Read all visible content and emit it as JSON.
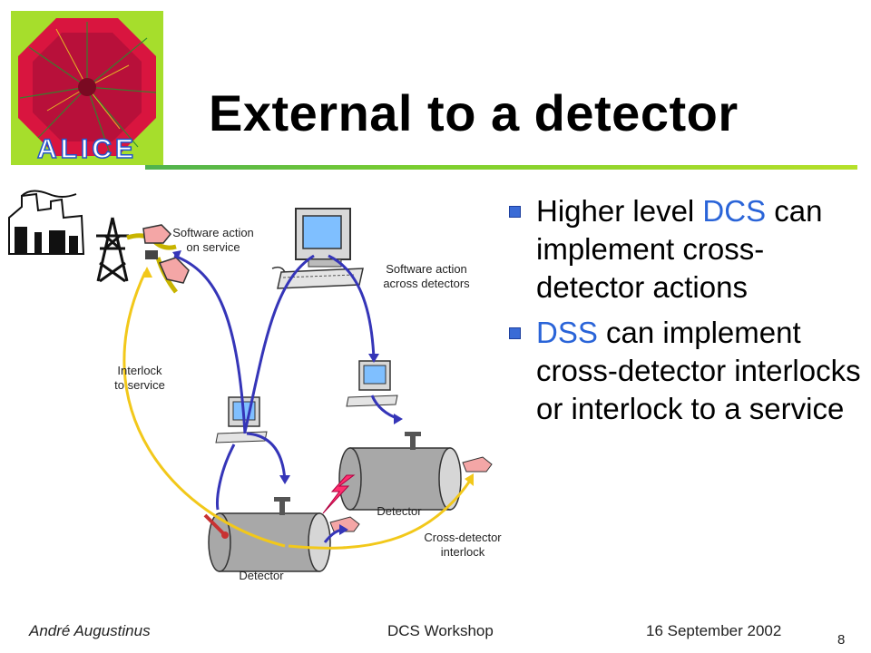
{
  "slide": {
    "title": "External to a detector",
    "bullets": [
      {
        "pre": "Higher level ",
        "highlight": "DCS",
        "post": " can implement cross-detector actions"
      },
      {
        "pre": "",
        "highlight": "DSS",
        "post": " can implement cross-detector interlocks or interlock to a service"
      }
    ],
    "accent_color": "#2a64d8"
  },
  "diagram": {
    "labels": {
      "software_action_service": [
        "Software action",
        "on service"
      ],
      "software_action_detectors": [
        "Software action",
        "across detectors"
      ],
      "interlock_service": [
        "Interlock",
        "to service"
      ],
      "detector_right": "Detector",
      "detector_left": "Detector",
      "cross_detector": [
        "Cross-detector",
        "interlock"
      ]
    },
    "colors": {
      "software_link": "#3535b8",
      "interlock_link": "#f2c81a",
      "lightning": "#ff2e6e"
    }
  },
  "logo": {
    "text": "ALICE"
  },
  "footer": {
    "author": "André Augustinus",
    "event": "DCS Workshop",
    "date": "16 September 2002",
    "page": "8"
  }
}
